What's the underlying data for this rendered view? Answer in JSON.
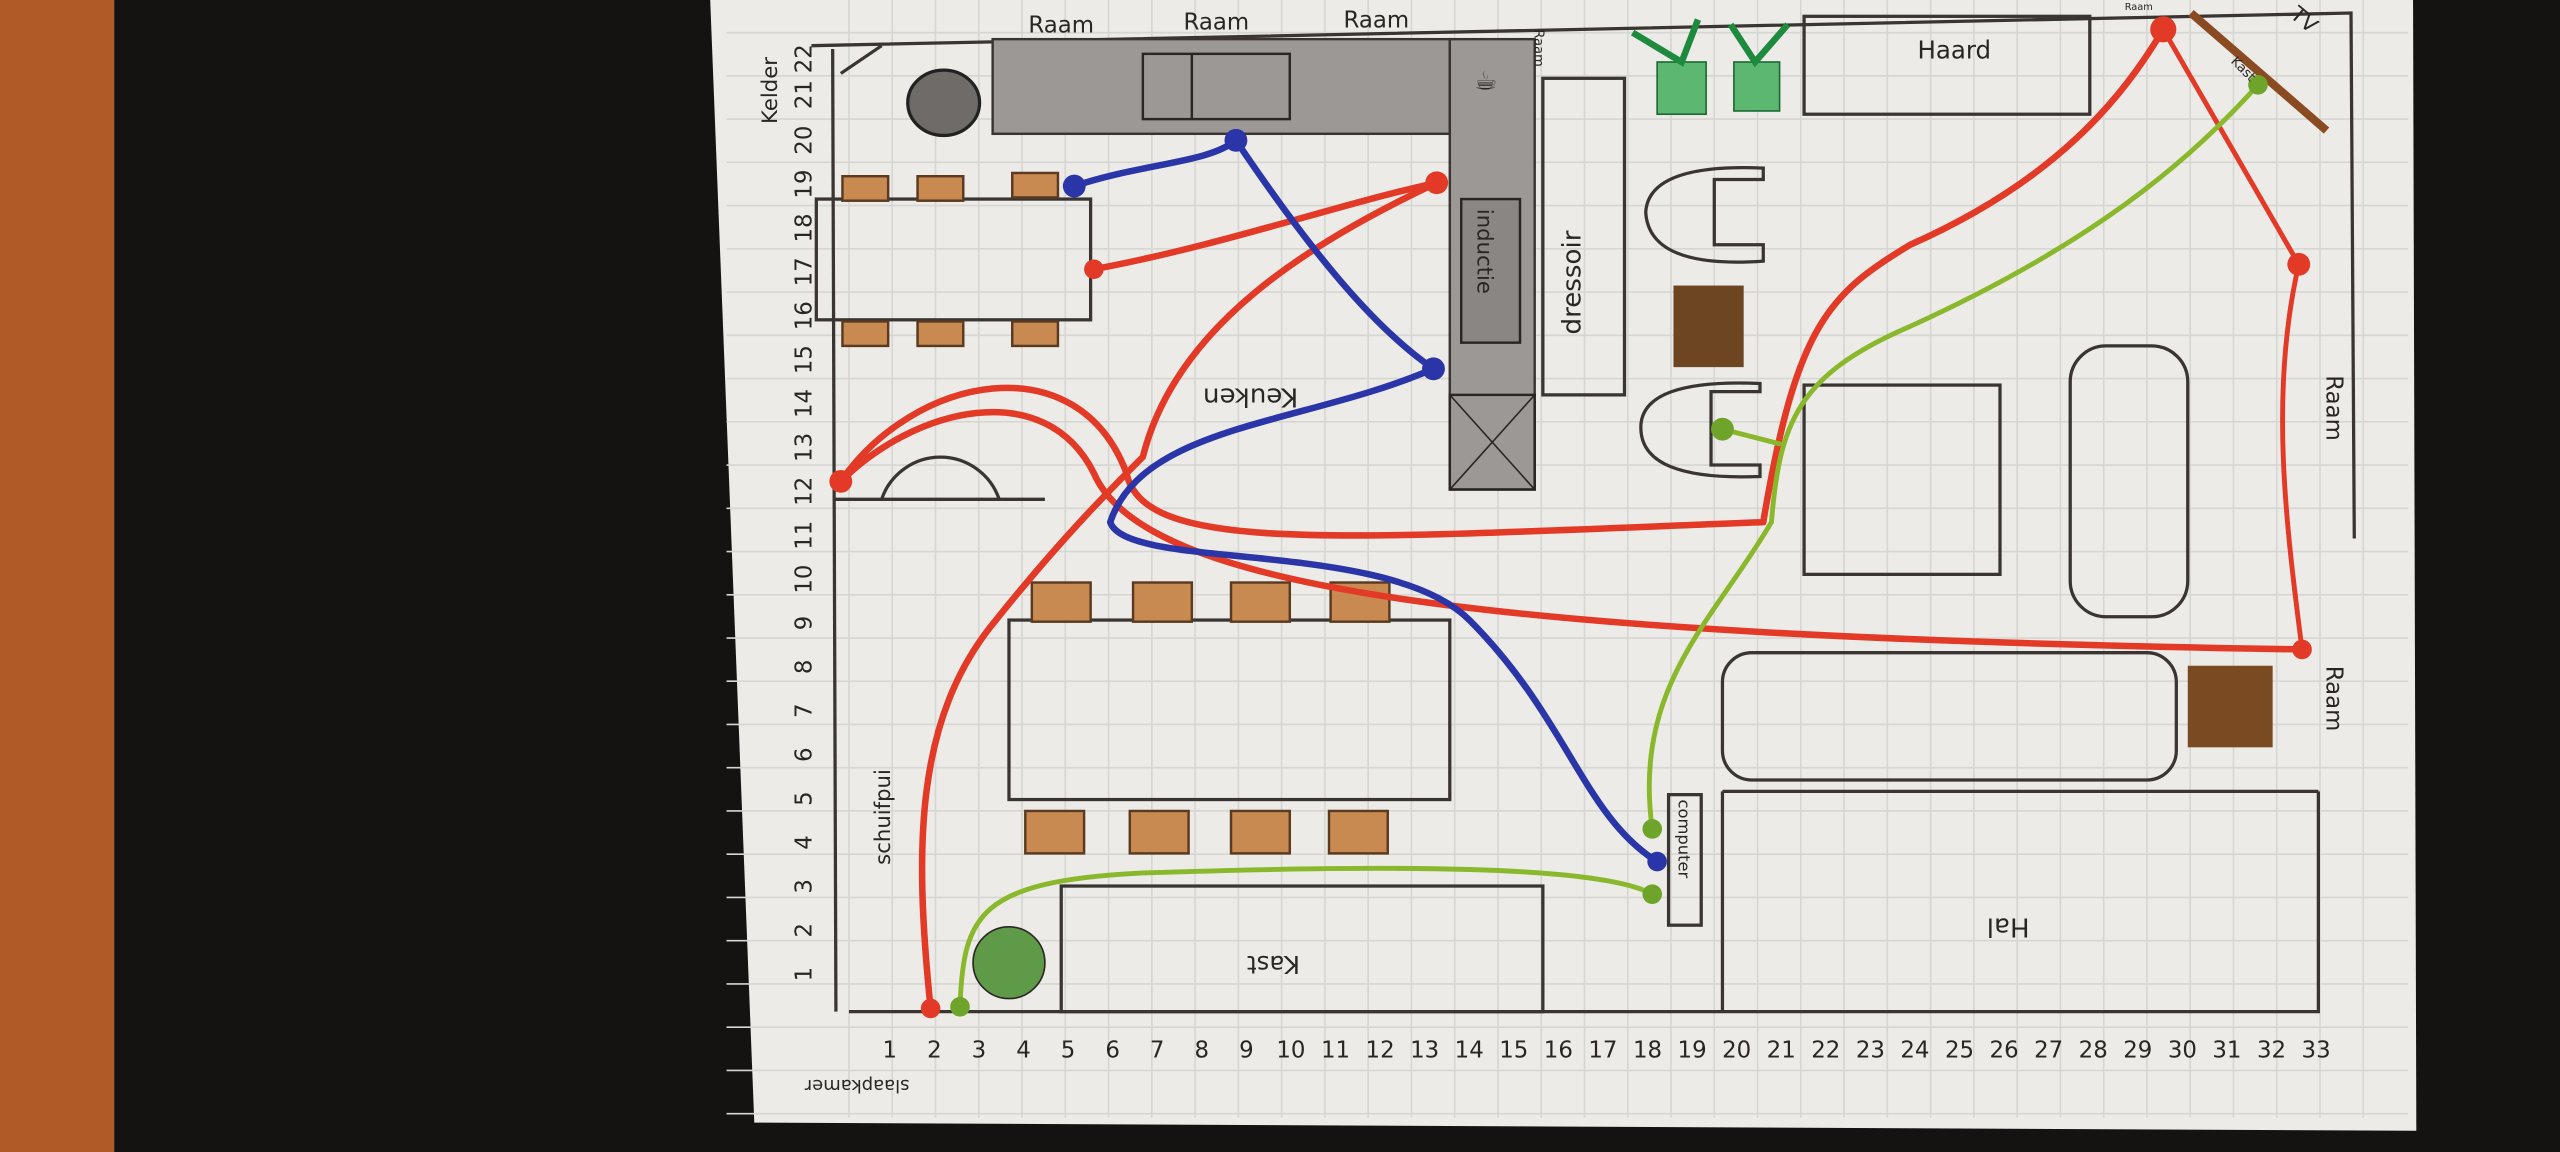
{
  "colors": {
    "red_wire": "#e23a26",
    "blue_wire": "#2a35a8",
    "green_wire": "#8ab82c",
    "counter": "#9c9896",
    "wood": "#7a4a22",
    "chair": "#c98a52"
  },
  "labels": {
    "window_top_1": "Raam",
    "window_top_2": "Raam",
    "window_top_3": "Raam",
    "window_top_small": "Raam",
    "window_top_right": "Raam",
    "window_right_1": "Raam",
    "window_right_2": "Raam",
    "cellar": "Kelder",
    "induction": "inductie",
    "sideboard": "dressoir",
    "kitchen": "Keuken",
    "fireplace": "Haard",
    "tv": "TV",
    "tv_cabinet": "Kast",
    "hall": "Hal",
    "computer": "computer",
    "cabinet": "Kast",
    "sliding_door": "schuifpui",
    "bedroom": "slaapkamer"
  },
  "x_axis": [
    "1",
    "2",
    "3",
    "4",
    "5",
    "6",
    "7",
    "8",
    "9",
    "10",
    "11",
    "12",
    "13",
    "14",
    "15",
    "16",
    "17",
    "18",
    "19",
    "20",
    "21",
    "22",
    "23",
    "24",
    "25",
    "26",
    "27",
    "28",
    "29",
    "30",
    "31",
    "32",
    "33"
  ],
  "y_axis": [
    "1",
    "2",
    "3",
    "4",
    "5",
    "6",
    "7",
    "8",
    "9",
    "10",
    "11",
    "12",
    "13",
    "14",
    "15",
    "16",
    "17",
    "18",
    "19",
    "20",
    "21",
    "22"
  ]
}
